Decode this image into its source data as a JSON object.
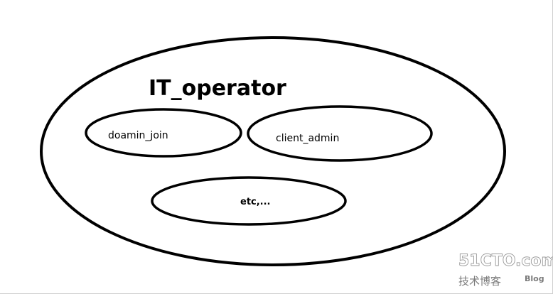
{
  "diagram": {
    "outer_group": {
      "label": "IT_operator"
    },
    "members": [
      {
        "label": "doamin_join"
      },
      {
        "label": "client_admin"
      },
      {
        "label": "etc,..."
      }
    ]
  },
  "watermark": {
    "site": "51CTO.com",
    "subtitle": "技术博客",
    "blog": "Blog"
  }
}
